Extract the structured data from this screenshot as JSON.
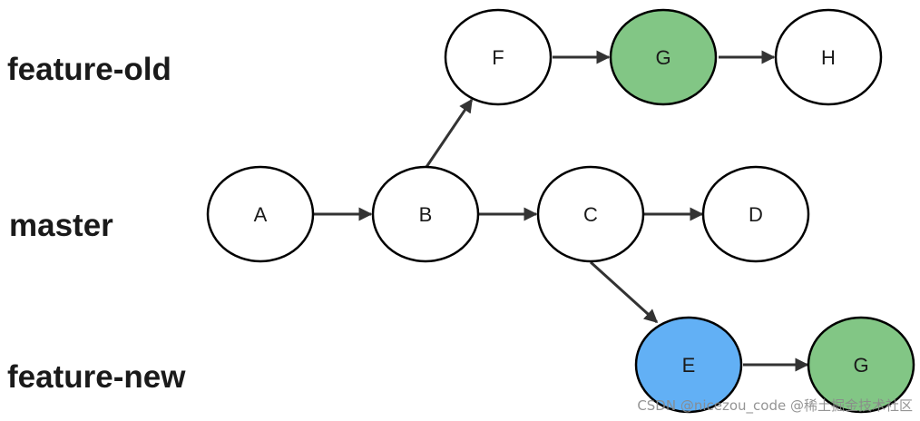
{
  "branches": {
    "feature_old": "feature-old",
    "master": "master",
    "feature_new": "feature-new"
  },
  "commits": [
    {
      "id": "A",
      "label": "A",
      "fill": "#ffffff"
    },
    {
      "id": "B",
      "label": "B",
      "fill": "#ffffff"
    },
    {
      "id": "C",
      "label": "C",
      "fill": "#ffffff"
    },
    {
      "id": "D",
      "label": "D",
      "fill": "#ffffff"
    },
    {
      "id": "F",
      "label": "F",
      "fill": "#ffffff"
    },
    {
      "id": "G_old",
      "label": "G",
      "fill": "#82c685"
    },
    {
      "id": "H",
      "label": "H",
      "fill": "#ffffff"
    },
    {
      "id": "E",
      "label": "E",
      "fill": "#62b0f5"
    },
    {
      "id": "G_new",
      "label": "G",
      "fill": "#82c685"
    }
  ],
  "edges": [
    {
      "from": "A",
      "to": "B"
    },
    {
      "from": "B",
      "to": "C"
    },
    {
      "from": "C",
      "to": "D"
    },
    {
      "from": "B",
      "to": "F"
    },
    {
      "from": "F",
      "to": "G_old"
    },
    {
      "from": "G_old",
      "to": "H"
    },
    {
      "from": "C",
      "to": "E"
    },
    {
      "from": "E",
      "to": "G_new"
    }
  ],
  "watermark": "CSDN @nicezou_code @稀土掘金技术社区",
  "colors": {
    "stroke": "#000000",
    "edge": "#333333",
    "highlight_green": "#82c685",
    "highlight_blue": "#62b0f5"
  }
}
